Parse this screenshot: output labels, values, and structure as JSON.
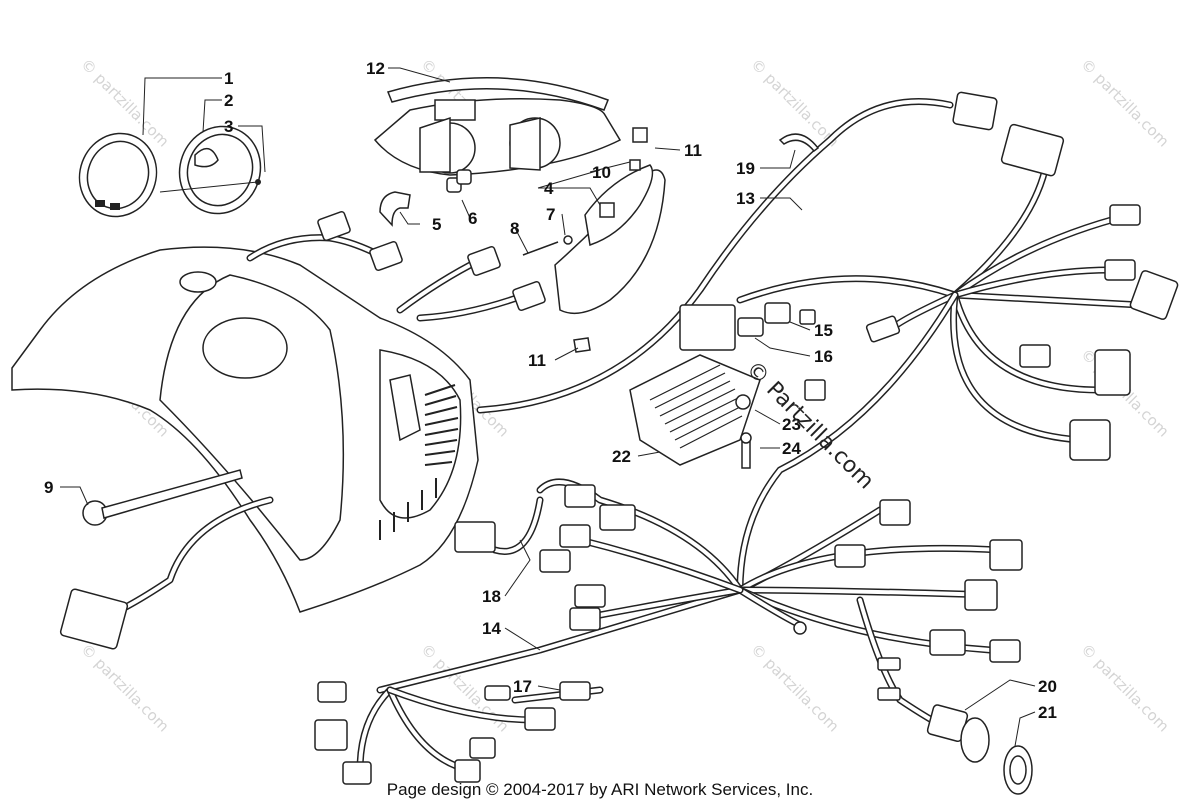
{
  "diagram": {
    "callouts": [
      "1",
      "2",
      "3",
      "4",
      "5",
      "6",
      "7",
      "8",
      "9",
      "10",
      "11",
      "11",
      "12",
      "13",
      "14",
      "15",
      "16",
      "17",
      "18",
      "19",
      "20",
      "21",
      "22",
      "23",
      "24"
    ],
    "watermark": "© partzilla.com",
    "center_watermark": "© Partzilla.com",
    "footer": "Page design © 2004-2017 by ARI Network Services, Inc."
  }
}
